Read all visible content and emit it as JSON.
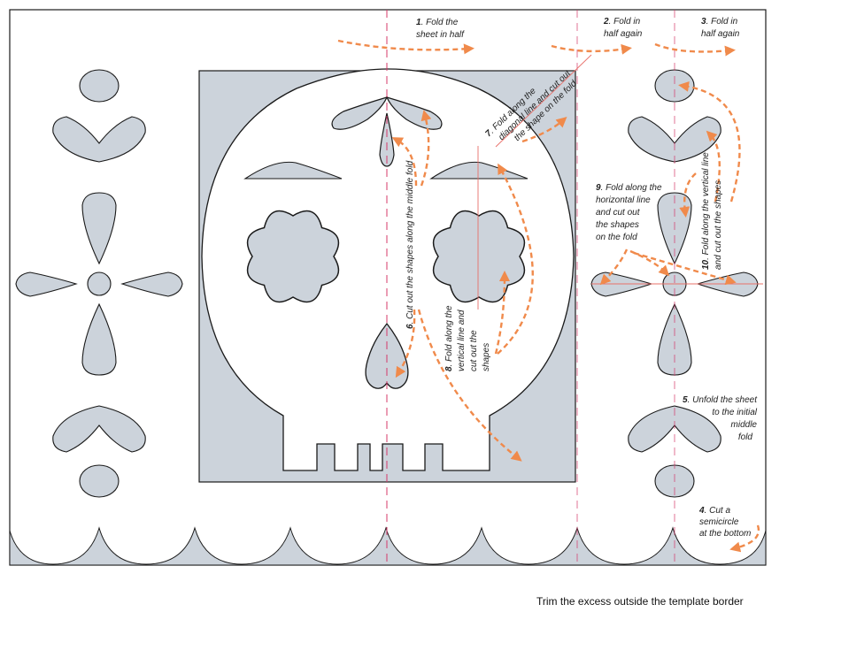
{
  "colors": {
    "paper": "#ffffff",
    "cut_fill": "#ccd3db",
    "outline": "#1a1a1a",
    "fold_line": "#d4386a",
    "guide_line": "#e8706a",
    "arrow": "#f08a4b"
  },
  "steps": [
    {
      "num": "1",
      "lines": [
        "Fold the",
        "sheet in half"
      ]
    },
    {
      "num": "2",
      "lines": [
        "Fold in",
        "half again"
      ]
    },
    {
      "num": "3",
      "lines": [
        "Fold in",
        "half again"
      ]
    },
    {
      "num": "4",
      "lines": [
        "Cut a",
        "semicircle",
        "at the bottom"
      ]
    },
    {
      "num": "5",
      "lines": [
        "Unfold the sheet",
        "to the initial",
        "middle",
        "fold"
      ]
    },
    {
      "num": "6",
      "lines": [
        "Cut out the shapes along the middle fold"
      ]
    },
    {
      "num": "7",
      "lines": [
        "Fold along the",
        "diagonal line and cut out",
        "the shape on the fold"
      ]
    },
    {
      "num": "8",
      "lines": [
        "Fold along the",
        "vertical line and",
        "cut out the",
        "shapes"
      ]
    },
    {
      "num": "9",
      "lines": [
        "Fold along the",
        "horizontal line",
        "and cut out",
        "the shapes",
        "on the fold"
      ]
    },
    {
      "num": "10",
      "lines": [
        "Fold along the vertical line",
        "and cut out the shapes"
      ]
    }
  ],
  "footer": {
    "note": "Trim the excess outside the template border"
  }
}
